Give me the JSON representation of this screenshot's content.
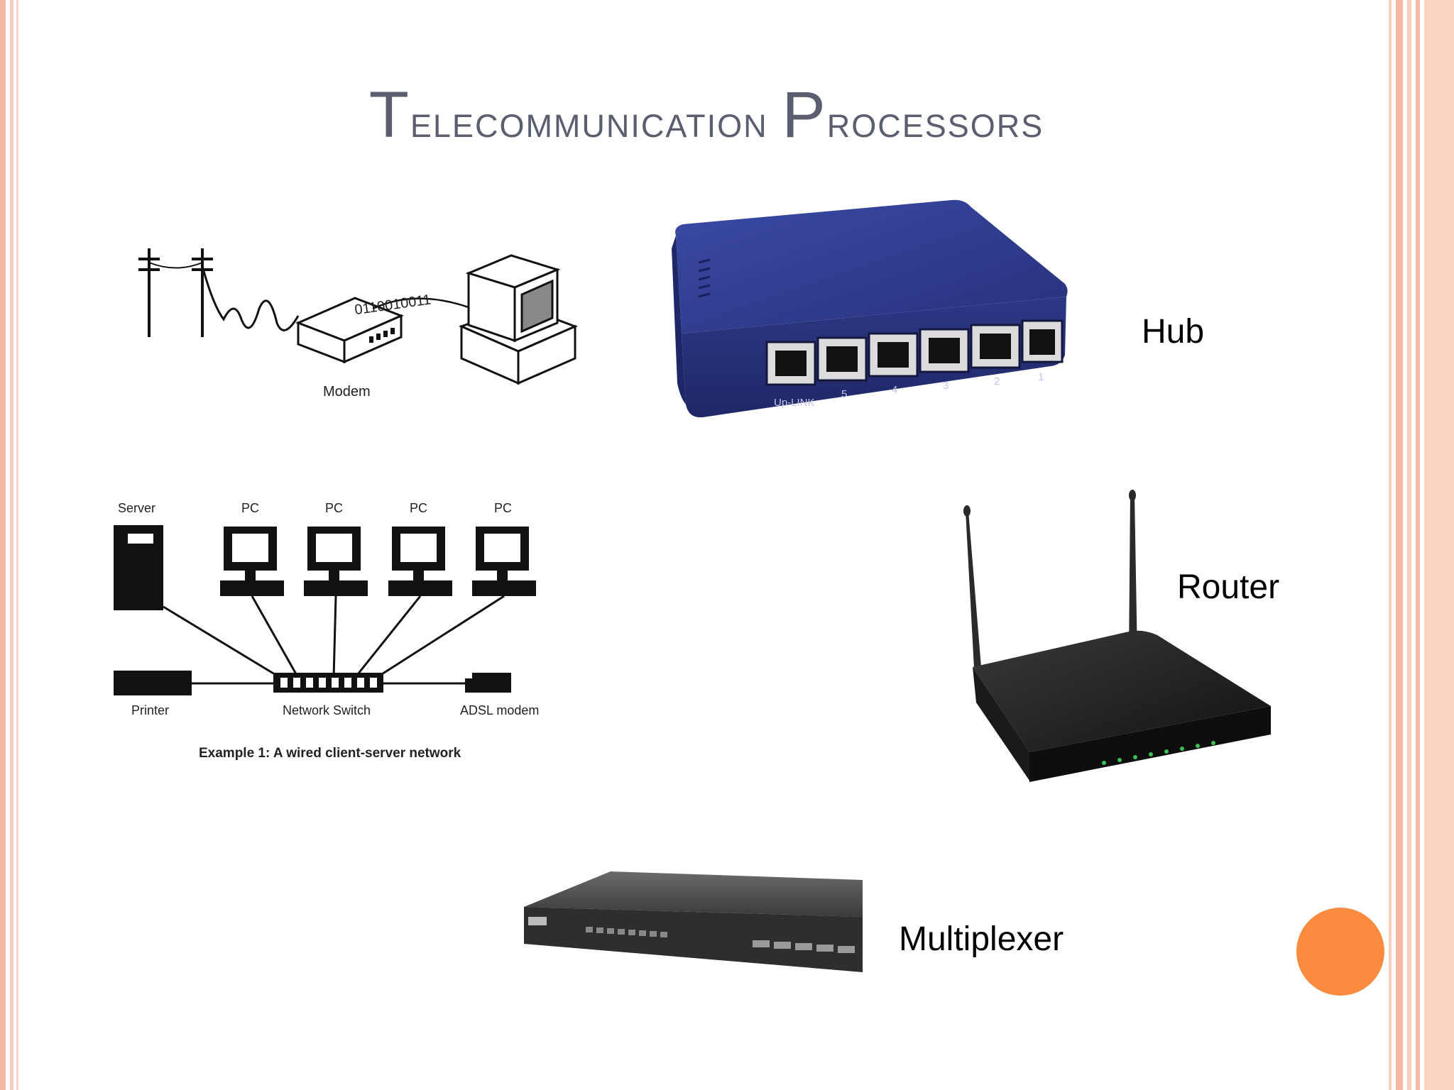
{
  "title": {
    "first_letter_1": "T",
    "rest_1": "elecommunication",
    "first_letter_2": "P",
    "rest_2": "rocessors"
  },
  "modem_diagram": {
    "bits": "0110010011",
    "modem_label": "Modem"
  },
  "network_diagram": {
    "server_label": "Server",
    "pc_labels": [
      "PC",
      "PC",
      "PC",
      "PC"
    ],
    "printer_label": "Printer",
    "switch_label": "Network Switch",
    "adsl_label": "ADSL modem",
    "caption": "Example 1: A wired client-server network"
  },
  "hub": {
    "label": "Hub",
    "port_labels": [
      "Up-LINK",
      "5",
      "4",
      "3",
      "2",
      "1"
    ]
  },
  "router": {
    "label": "Router"
  },
  "multiplexer": {
    "label": "Multiplexer"
  },
  "colors": {
    "frame_outer": "#f6b9a3",
    "frame_inner": "#f9cdbb",
    "accent_dot": "#fb8c3f",
    "title": "#5a5e6e",
    "hub_blue": "#2f3b8f"
  }
}
